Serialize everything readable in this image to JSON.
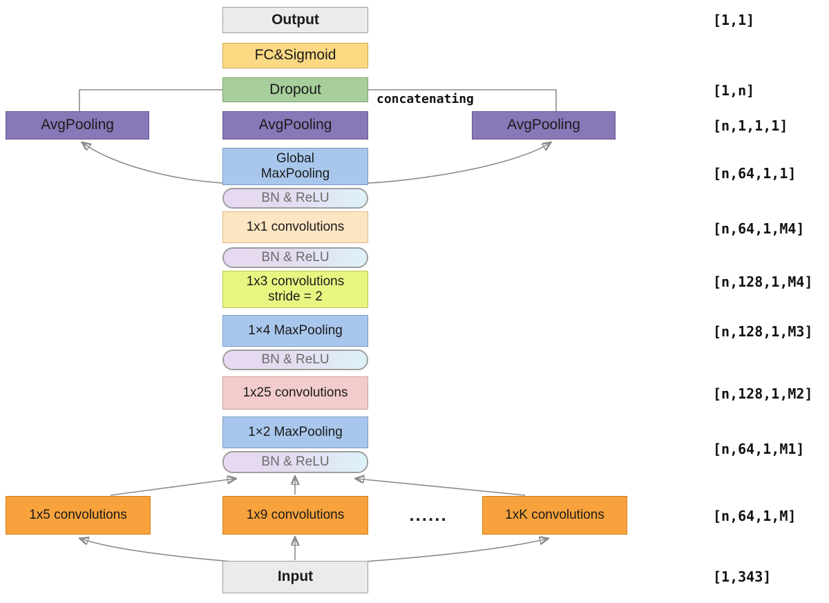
{
  "diagram": {
    "blocks": {
      "output": {
        "label": "Output"
      },
      "fc_sigmoid": {
        "label": "FC&Sigmoid"
      },
      "dropout": {
        "label": "Dropout"
      },
      "avgpool_left": {
        "label": "AvgPooling"
      },
      "avgpool_center": {
        "label": "AvgPooling"
      },
      "avgpool_right": {
        "label": "AvgPooling"
      },
      "global_maxpool": {
        "line1": "Global",
        "line2": "MaxPooling"
      },
      "bn_relu_1": {
        "label": "BN & ReLU"
      },
      "conv_1x1": {
        "label": "1x1 convolutions"
      },
      "bn_relu_2": {
        "label": "BN & ReLU"
      },
      "conv_1x3": {
        "line1": "1x3 convolutions",
        "line2": "stride = 2"
      },
      "maxpool_1x4": {
        "label": "1×4 MaxPooling"
      },
      "bn_relu_3": {
        "label": "BN & ReLU"
      },
      "conv_1x25": {
        "label": "1x25 convolutions"
      },
      "maxpool_1x2": {
        "label": "1×2 MaxPooling"
      },
      "bn_relu_4": {
        "label": "BN & ReLU"
      },
      "conv_1x5": {
        "label": "1x5 convolutions"
      },
      "conv_1x9": {
        "label": "1x9 convolutions"
      },
      "dots": {
        "label": "......"
      },
      "conv_1xk": {
        "label": "1xK convolutions"
      },
      "input": {
        "label": "Input"
      }
    },
    "annotations": {
      "concatenating": "concatenating",
      "shapes": [
        "[1,1]",
        "[1,n]",
        "[n,1,1,1]",
        "[n,64,1,1]",
        "[n,64,1,M4]",
        "[n,128,1,M4]",
        "[n,128,1,M3]",
        "[n,128,1,M2]",
        "[n,64,1,M1]",
        "[n,64,1,M]",
        "[1,343]"
      ]
    },
    "colors": {
      "io_gray": "#ebebeb",
      "fc_yellow": "#fbd983",
      "dropout_green": "#a7ce9c",
      "avgpool_purple": "#8878b8",
      "pooling_blue": "#a9c7ec",
      "conv1x1_cream": "#fce5c2",
      "conv1x3_lime": "#e9f581",
      "conv1x25_pink": "#f2cccc",
      "conv_orange": "#f7a23c",
      "bnrelu_lavender": "#e7d9f1",
      "bnrelu_cyan": "#ddf2f8"
    }
  }
}
